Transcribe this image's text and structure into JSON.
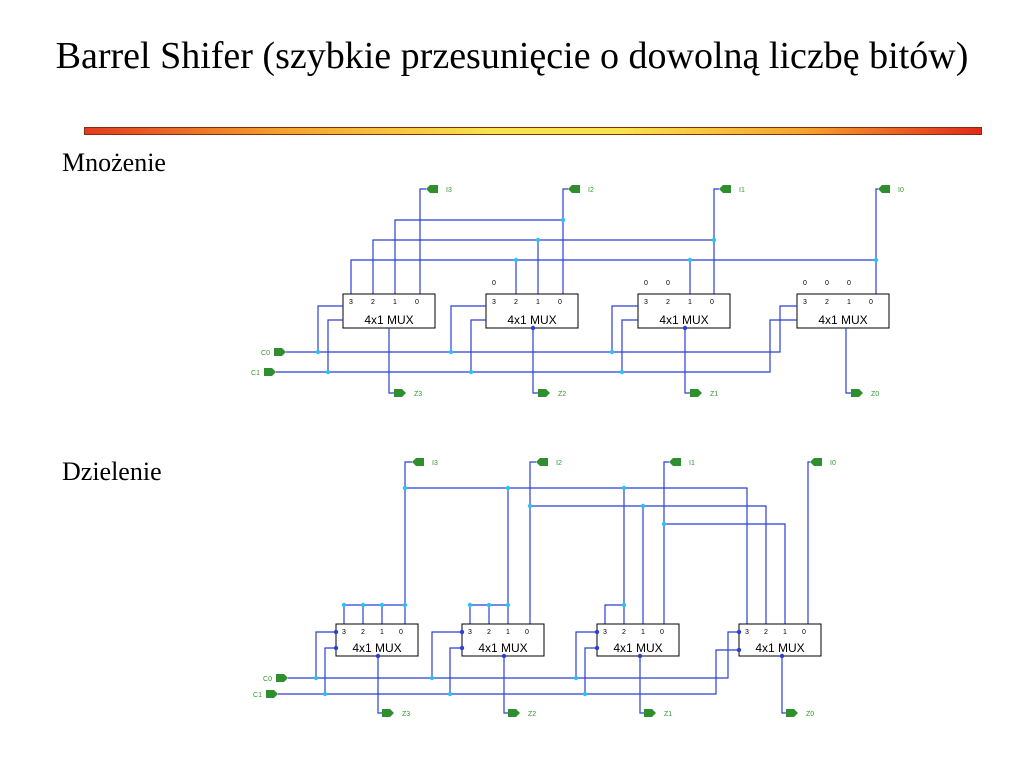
{
  "slide": {
    "title": "Barrel Shifer (szybkie przesunięcie o dowolną liczbę bitów)",
    "colors": {
      "wire": "#2b3fd6",
      "junction": "#29c3f0",
      "pin_fill": "#2f8f2f",
      "pin_label": "#2e9a2e",
      "accent_bar_start": "#e23b1f",
      "accent_bar_mid": "#f7e34a",
      "accent_bar_end": "#e2281b"
    }
  },
  "sections": {
    "mnozenie": {
      "label": "Mnożenie",
      "inputs": [
        "I3",
        "I2",
        "I1",
        "I0"
      ],
      "controls": [
        "C0",
        "C1"
      ],
      "outputs": [
        "Z3",
        "Z2",
        "Z1",
        "Z0"
      ],
      "mux_label": "4x1 MUX",
      "mux_ports": [
        "3",
        "2",
        "1",
        "0"
      ],
      "constant_zero": "0"
    },
    "dzielenie": {
      "label": "Dzielenie",
      "inputs": [
        "I3",
        "I2",
        "I1",
        "I0"
      ],
      "controls": [
        "C0",
        "C1"
      ],
      "outputs": [
        "Z3",
        "Z2",
        "Z1",
        "Z0"
      ],
      "mux_label": "4x1 MUX",
      "mux_ports": [
        "3",
        "2",
        "1",
        "0"
      ]
    }
  }
}
